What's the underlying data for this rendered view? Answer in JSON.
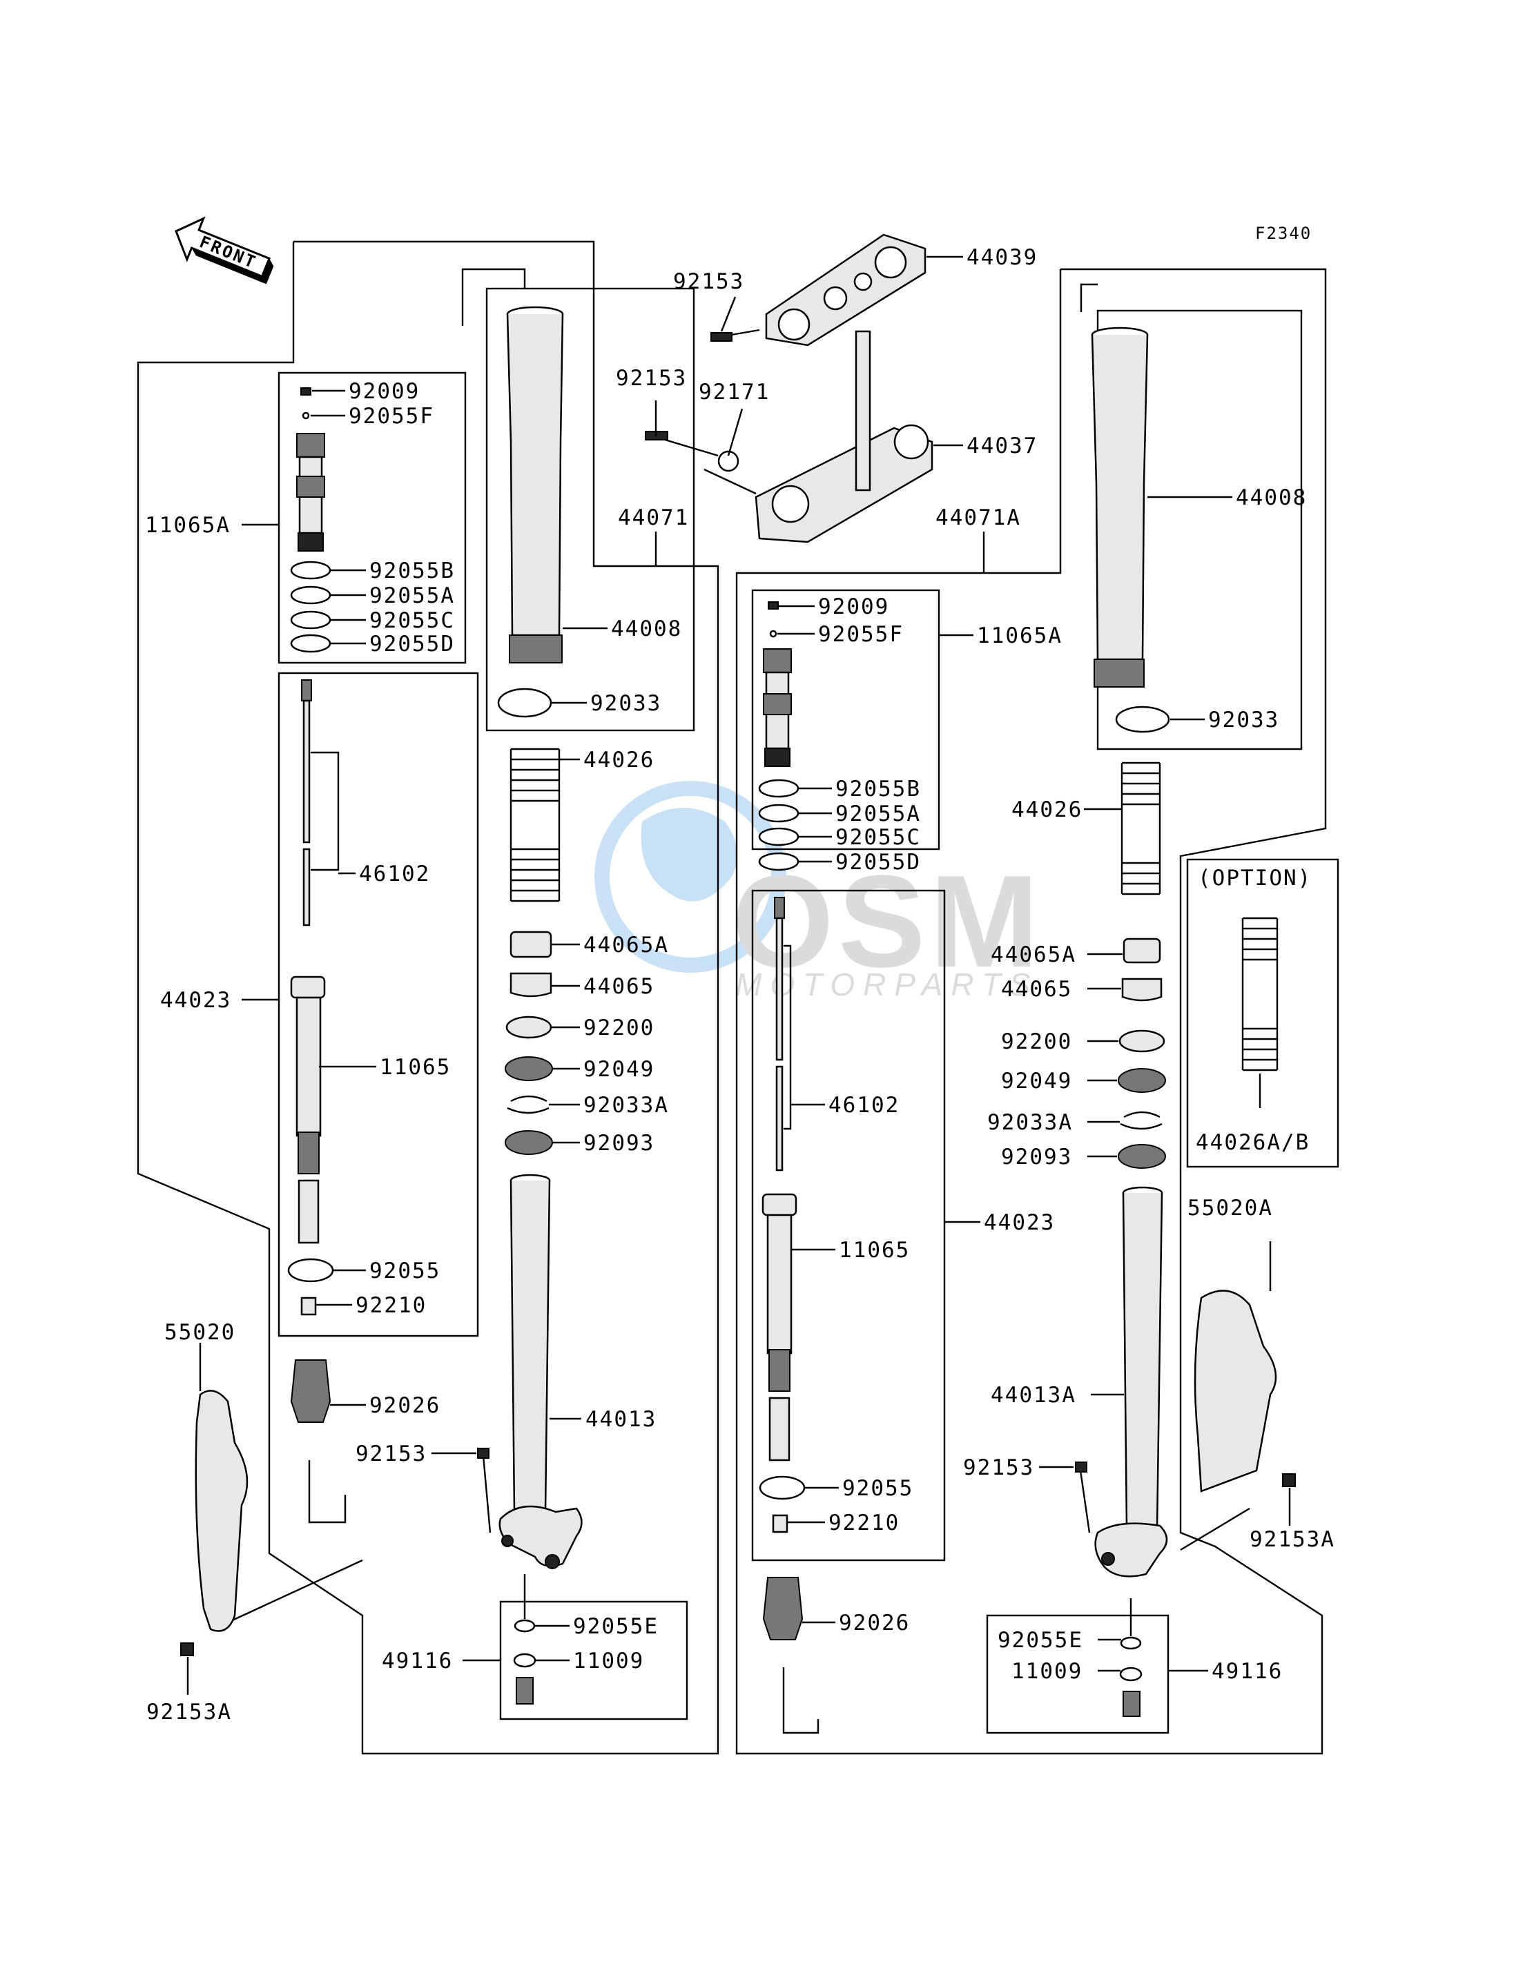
{
  "diagram_code": "F2340",
  "front_label": "FRONT",
  "option_label": "(OPTION)",
  "watermark": {
    "brand": "OSM",
    "sub": "MOTORPARTS"
  },
  "labels": {
    "top_44039": "44039",
    "top_92153_a": "92153",
    "top_92153_b": "92153",
    "top_92171": "92171",
    "top_44037": "44037",
    "l_44071": "44071",
    "r_44071A": "44071A",
    "l_92009": "92009",
    "l_92055F": "92055F",
    "l_11065A": "11065A",
    "l_92055B": "92055B",
    "l_92055A": "92055A",
    "l_92055C": "92055C",
    "l_92055D": "92055D",
    "l_44008": "44008",
    "l_92033": "92033",
    "l_44026": "44026",
    "l_46102": "46102",
    "l_44065A": "44065A",
    "l_44065": "44065",
    "l_44023": "44023",
    "l_92200": "92200",
    "l_11065": "11065",
    "l_92049": "92049",
    "l_92033A": "92033A",
    "l_92093": "92093",
    "l_92055": "92055",
    "l_92210": "92210",
    "l_55020": "55020",
    "l_92026": "92026",
    "l_44013": "44013",
    "l_92153": "92153",
    "l_92055E": "92055E",
    "l_49116": "49116",
    "l_11009": "11009",
    "l_92153A": "92153A",
    "r_92009": "92009",
    "r_92055F": "92055F",
    "r_11065A": "11065A",
    "r_44008": "44008",
    "r_92033": "92033",
    "r_92055B": "92055B",
    "r_92055A": "92055A",
    "r_92055C": "92055C",
    "r_92055D": "92055D",
    "r_44026": "44026",
    "r_44065A": "44065A",
    "r_44065": "44065",
    "r_92200": "92200",
    "r_46102": "46102",
    "r_92049": "92049",
    "r_92033A": "92033A",
    "r_92093": "92093",
    "r_44023": "44023",
    "r_44026AB": "44026A/B",
    "r_55020A": "55020A",
    "r_11065": "11065",
    "r_44013A": "44013A",
    "r_92055": "92055",
    "r_92153": "92153",
    "r_92153A": "92153A",
    "r_92210": "92210",
    "r_92026": "92026",
    "r_92055E": "92055E",
    "r_11009": "11009",
    "r_49116": "49116"
  },
  "colors": {
    "line": "#000000",
    "watermark": "#9ec9ef",
    "watermark_text": "#bfbfbf"
  }
}
